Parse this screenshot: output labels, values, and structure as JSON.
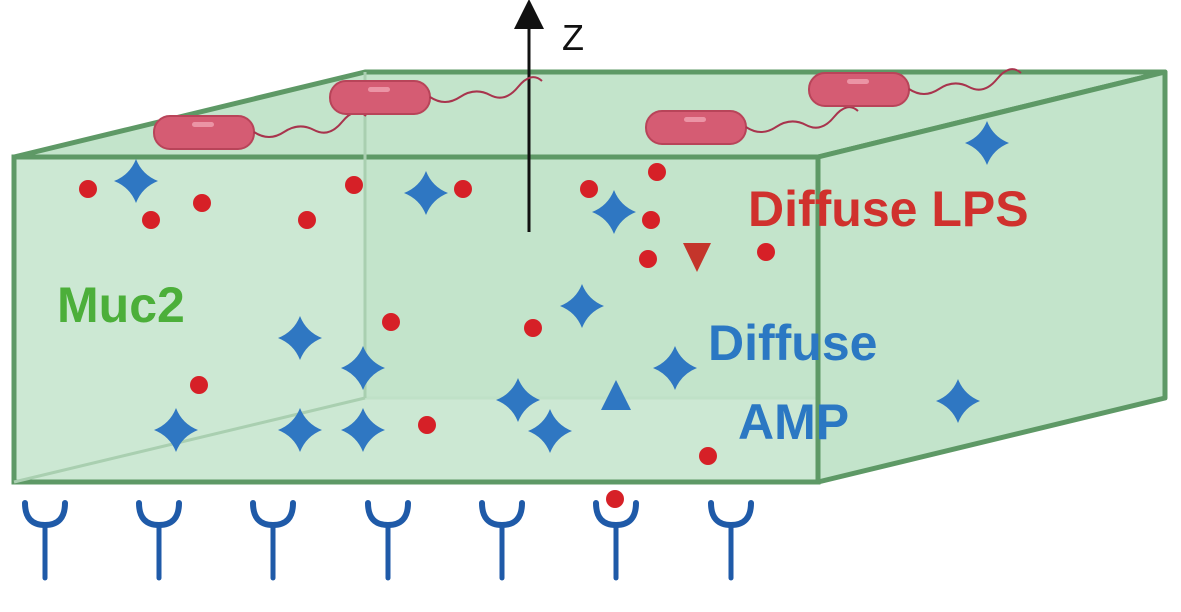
{
  "labels": {
    "axis": "Z",
    "layer": "Muc2",
    "lps": "Diffuse LPS",
    "amp_line1": "Diffuse",
    "amp_line2": "AMP"
  },
  "colors": {
    "box_fill": "#c3e4cb",
    "box_edge": "#5e9966",
    "bacteria": "#d55c73",
    "lps_dot": "#d62027",
    "amp_star": "#2f77c2",
    "receptor": "#1f5aa8",
    "lps_text": "#d0312d",
    "amp_text": "#2b78c3",
    "muc_text": "#4caf3a",
    "axis": "#111111"
  },
  "icons": [
    "bacterium-icon",
    "lps-molecule-icon",
    "amp-star-icon",
    "receptor-icon",
    "z-axis-arrow-icon"
  ]
}
